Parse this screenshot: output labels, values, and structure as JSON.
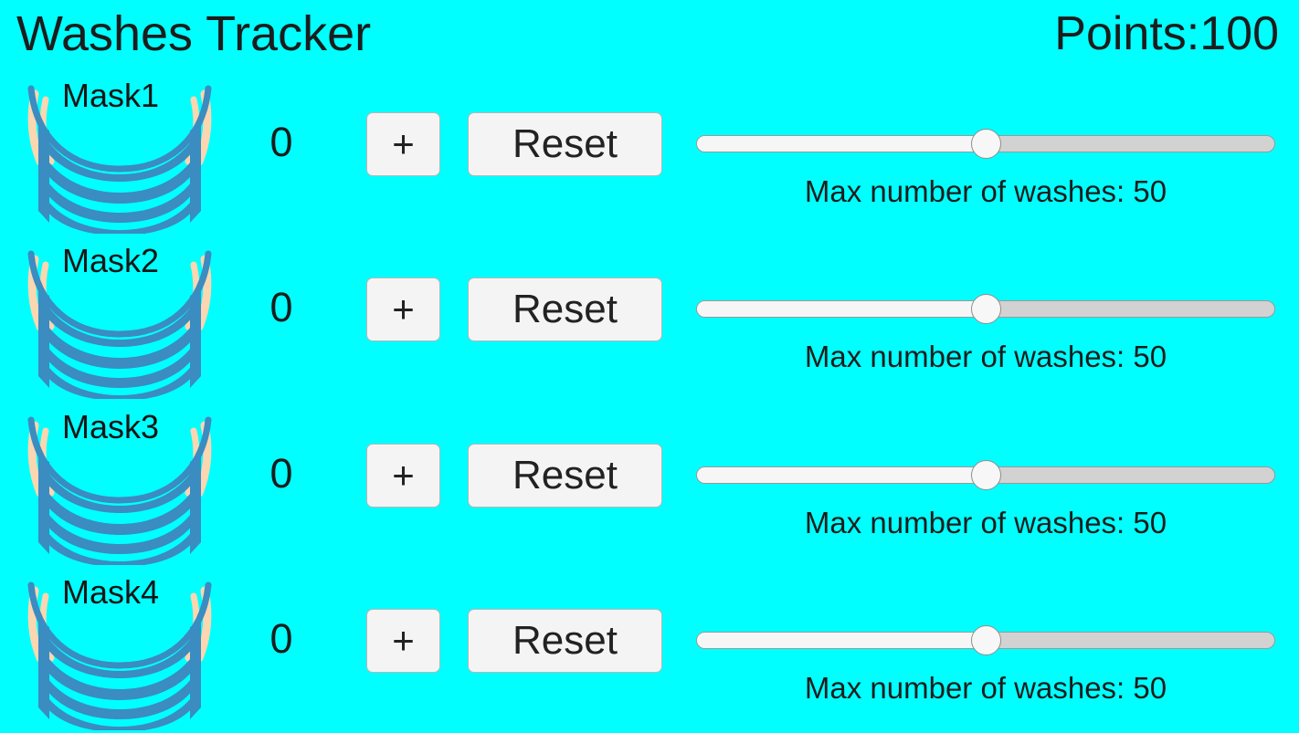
{
  "header": {
    "title": "Washes Tracker",
    "points_label": "Points:100"
  },
  "theme": {
    "background": "#00FFFF",
    "mask_fill": "#3a8cc1",
    "mask_stroke": "#3a8cc1",
    "ear_loop": "#fcd6b0",
    "button_bg": "#f4f4f4",
    "button_border": "#b6b6b6",
    "slider_track": "#d2d2d2",
    "slider_fill": "#f6f6f6",
    "text": "#1d1d1d"
  },
  "controls": {
    "increment_label": "+",
    "reset_label": "Reset",
    "slider_min": 0,
    "slider_max": 100
  },
  "rows": [
    {
      "mask_label": "Mask1",
      "count": "0",
      "increment_label": "+",
      "reset_label": "Reset",
      "slider_value": 50,
      "slider_percent": 50,
      "slider_caption": "Max number of washes: 50"
    },
    {
      "mask_label": "Mask2",
      "count": "0",
      "increment_label": "+",
      "reset_label": "Reset",
      "slider_value": 50,
      "slider_percent": 50,
      "slider_caption": "Max number of washes: 50"
    },
    {
      "mask_label": "Mask3",
      "count": "0",
      "increment_label": "+",
      "reset_label": "Reset",
      "slider_value": 50,
      "slider_percent": 50,
      "slider_caption": "Max number of washes: 50"
    },
    {
      "mask_label": "Mask4",
      "count": "0",
      "increment_label": "+",
      "reset_label": "Reset",
      "slider_value": 50,
      "slider_percent": 50,
      "slider_caption": "Max number of washes: 50"
    }
  ],
  "icons": {
    "mask": "face-mask-icon"
  }
}
